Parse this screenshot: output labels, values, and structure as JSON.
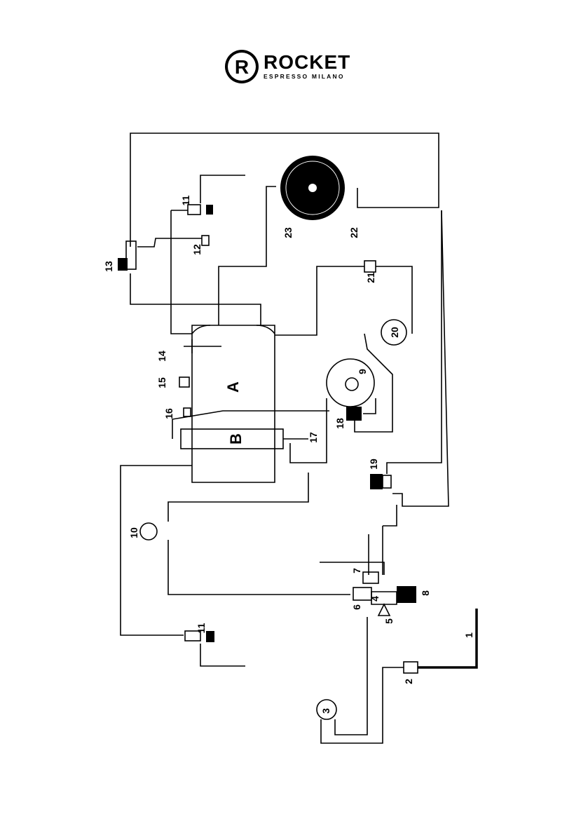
{
  "logo": {
    "brand": "ROCKET",
    "tagline": "ESPRESSO MILANO",
    "mark": "R"
  },
  "diagram": {
    "labels": {
      "boiler": "A",
      "heat_exchanger": "B",
      "c1": "1",
      "c2": "2",
      "c3": "3",
      "c4": "4",
      "c5": "5",
      "c6": "6",
      "c7": "7",
      "c8": "8",
      "c9": "9",
      "c10": "10",
      "c11_top": "11",
      "c11_bottom": "11",
      "c12": "12",
      "c13": "13",
      "c14": "14",
      "c15": "15",
      "c16": "16",
      "c17": "17",
      "c18": "18",
      "c19": "19",
      "c20": "20",
      "c21": "21",
      "c22": "22",
      "c23": "23"
    }
  }
}
